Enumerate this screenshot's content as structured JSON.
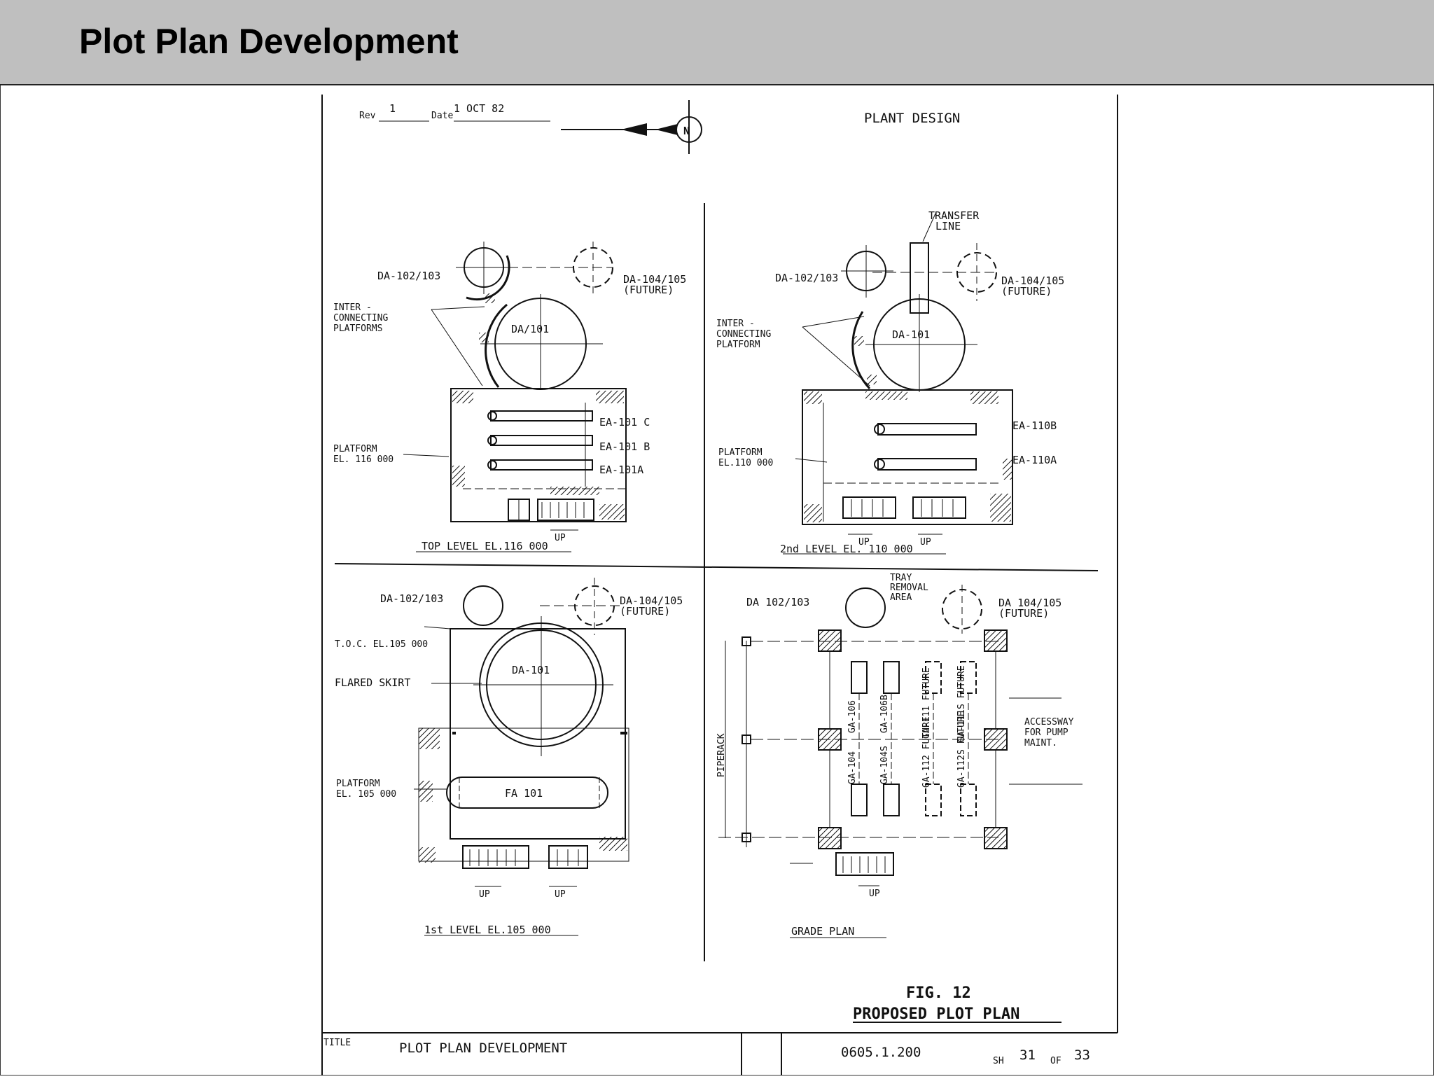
{
  "slide": {
    "title": "Plot Plan Development"
  },
  "sheet": {
    "rev_label": "Rev",
    "rev_value": "1",
    "date_label": "Date",
    "date_value": "1 OCT 82",
    "north_label": "N",
    "company": "PLANT DESIGN",
    "fig_label": "FIG. 12",
    "fig_title": "PROPOSED PLOT PLAN",
    "title_label": "TITLE",
    "title_value": "PLOT PLAN DEVELOPMENT",
    "drawing_no": "0605.1.200",
    "sh_label": "SH",
    "sh_value": "31",
    "of_label": "OF",
    "of_value": "33"
  },
  "top_level": {
    "caption": "TOP LEVEL EL.116 000",
    "da_left": "DA-102/103",
    "da_right": "DA-104/105",
    "future": "(FUTURE)",
    "inter_1": "INTER -",
    "inter_2": "CONNECTING",
    "inter_3": "PLATFORMS",
    "drum": "DA/101",
    "platform_1": "PLATFORM",
    "platform_2": "EL. 116 000",
    "ex_c": "EA-101 C",
    "ex_b": "EA-101 B",
    "ex_a": "EA-101A",
    "up": "UP"
  },
  "second_level": {
    "caption": "2nd LEVEL EL. 110 000",
    "transfer_1": "TRANSFER",
    "transfer_2": "LINE",
    "da_left": "DA-102/103",
    "da_right": "DA-104/105",
    "future": "(FUTURE)",
    "inter_1": "INTER -",
    "inter_2": "CONNECTING",
    "inter_3": "PLATFORM",
    "drum": "DA-101",
    "platform_1": "PLATFORM",
    "platform_2": "EL.110 000",
    "ex_b": "EA-110B",
    "ex_a": "EA-110A",
    "up": "UP"
  },
  "first_level": {
    "caption": "1st LEVEL EL.105 000",
    "da_left": "DA-102/103",
    "da_right": "DA-104/105",
    "future": "(FUTURE)",
    "toc": "T.O.C. EL.105 000",
    "skirt": "FLARED SKIRT",
    "drum": "DA-101",
    "vessel": "FA 101",
    "platform_1": "PLATFORM",
    "platform_2": "EL. 105 000",
    "up": "UP"
  },
  "grade_plan": {
    "caption": "GRADE PLAN",
    "da_left": "DA 102/103",
    "da_right": "DA 104/105",
    "future": "(FUTURE)",
    "tray_1": "TRAY",
    "tray_2": "REMOVAL",
    "tray_3": "AREA",
    "piperack": "PIPERACK",
    "access_1": "ACCESSWAY",
    "access_2": "FOR PUMP",
    "access_3": "MAINT.",
    "pump_1": "GA-106",
    "pump_2": "GA-106B",
    "pump_3": "GA-111 FUTURE",
    "pump_4": "GA-111S FUTURE",
    "pump_5": "GA-104",
    "pump_6": "GA-104S",
    "pump_7": "GA-112 FUTURE",
    "pump_8": "GA-112S FUTURE",
    "up": "UP"
  }
}
